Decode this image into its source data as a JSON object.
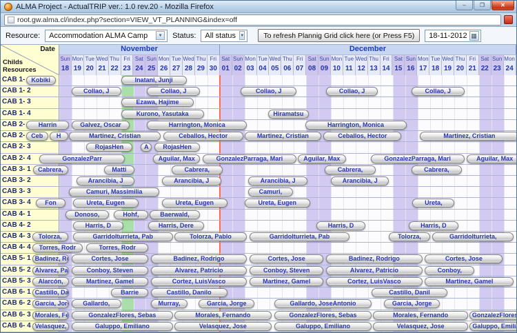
{
  "window": {
    "title": "ALMA Project - ActualTRIP ver.: 1.0 rev.20 - Mozilla Firefox",
    "url": "root.gw.alma.cl/index.php?section=VIEW_VT_PLANNING&index=off"
  },
  "icons": {
    "minimize": "–",
    "maximize": "❐",
    "close": "✕",
    "dropdown": "▼",
    "calendar": "▦"
  },
  "toolbar": {
    "resource_label": "Resource:",
    "resource_value": "Accommodation ALMA Camp",
    "status_label": "Status:",
    "status_value": "All status",
    "refresh_button": "To refresh Plannig Grid click here (or Press F5)",
    "date_value": "18-11-2012"
  },
  "colors": {
    "weekend": "#d2caf0",
    "weekend_header": "#cdc5ec",
    "today": "#a9dfa9",
    "month_boundary": "#ff6a50",
    "bar_text": "#2735b2",
    "header_text": "#1b3cbb",
    "row_label_bg": "#ffffd2"
  },
  "grid": {
    "corner": {
      "right": "Date",
      "left_line1": "Childs",
      "left_line2": "Resources"
    },
    "months": [
      {
        "name": "November",
        "span": 13
      },
      {
        "name": "December",
        "span": 24
      }
    ],
    "today_col": 5,
    "month_boundary_col": 13,
    "days": [
      {
        "dow": "Sun",
        "num": "18",
        "weekend": true
      },
      {
        "dow": "Mon",
        "num": "19",
        "weekend": false
      },
      {
        "dow": "Tue",
        "num": "20",
        "weekend": false
      },
      {
        "dow": "Wed",
        "num": "21",
        "weekend": false
      },
      {
        "dow": "Thu",
        "num": "22",
        "weekend": false
      },
      {
        "dow": "Fri",
        "num": "23",
        "weekend": false
      },
      {
        "dow": "Sat",
        "num": "24",
        "weekend": true
      },
      {
        "dow": "Sun",
        "num": "25",
        "weekend": true
      },
      {
        "dow": "Mon",
        "num": "26",
        "weekend": false
      },
      {
        "dow": "Tue",
        "num": "27",
        "weekend": false
      },
      {
        "dow": "Wed",
        "num": "28",
        "weekend": false
      },
      {
        "dow": "Thu",
        "num": "29",
        "weekend": false
      },
      {
        "dow": "Fri",
        "num": "30",
        "weekend": false
      },
      {
        "dow": "Sat",
        "num": "01",
        "weekend": true
      },
      {
        "dow": "Sun",
        "num": "02",
        "weekend": true
      },
      {
        "dow": "Mon",
        "num": "03",
        "weekend": false
      },
      {
        "dow": "Tue",
        "num": "04",
        "weekend": false
      },
      {
        "dow": "Wed",
        "num": "05",
        "weekend": false
      },
      {
        "dow": "Thu",
        "num": "06",
        "weekend": false
      },
      {
        "dow": "Fri",
        "num": "07",
        "weekend": false
      },
      {
        "dow": "Sat",
        "num": "08",
        "weekend": true
      },
      {
        "dow": "Sun",
        "num": "09",
        "weekend": true
      },
      {
        "dow": "Mon",
        "num": "10",
        "weekend": false
      },
      {
        "dow": "Tue",
        "num": "11",
        "weekend": false
      },
      {
        "dow": "Wed",
        "num": "12",
        "weekend": false
      },
      {
        "dow": "Thu",
        "num": "13",
        "weekend": false
      },
      {
        "dow": "Fri",
        "num": "14",
        "weekend": false
      },
      {
        "dow": "Sat",
        "num": "15",
        "weekend": true
      },
      {
        "dow": "Sun",
        "num": "16",
        "weekend": true
      },
      {
        "dow": "Mon",
        "num": "17",
        "weekend": false
      },
      {
        "dow": "Tue",
        "num": "18",
        "weekend": false
      },
      {
        "dow": "Wed",
        "num": "19",
        "weekend": false
      },
      {
        "dow": "Thu",
        "num": "20",
        "weekend": false
      },
      {
        "dow": "Fri",
        "num": "21",
        "weekend": false
      },
      {
        "dow": "Sat",
        "num": "22",
        "weekend": true
      },
      {
        "dow": "Sun",
        "num": "23",
        "weekend": true
      },
      {
        "dow": "Mon",
        "num": "24",
        "weekend": false
      }
    ],
    "rows": [
      {
        "label": "CAB 1- 1",
        "bars": [
          {
            "label": "Kobiki",
            "start": -2.7,
            "end": -0.3
          },
          {
            "label": "Inatani, Junji",
            "start": 5.0,
            "end": 10.3
          }
        ]
      },
      {
        "label": "CAB 1- 2",
        "bars": [
          {
            "label": "Collao, J",
            "start": 1.0,
            "end": 5.0
          },
          {
            "label": "Collao, J",
            "start": 7.1,
            "end": 11.4
          },
          {
            "label": "Collao, J",
            "start": 14.7,
            "end": 19.2
          },
          {
            "label": "Collao, J",
            "start": 21.6,
            "end": 25.8
          },
          {
            "label": "Collao, J",
            "start": 28.5,
            "end": 32.8
          }
        ]
      },
      {
        "label": "CAB 1- 3",
        "bars": [
          {
            "label": "Ezawa, Hajime",
            "start": 5.0,
            "end": 10.9
          }
        ]
      },
      {
        "label": "CAB 1- 4",
        "bars": [
          {
            "label": "Kurono, Yasutaka",
            "start": 5.0,
            "end": 11.7
          },
          {
            "label": "Hiramatsu",
            "start": 16.9,
            "end": 20.2
          }
        ]
      },
      {
        "label": "CAB 2- 1",
        "bars": [
          {
            "label": "Harrin",
            "start": -2.7,
            "end": 0.8
          },
          {
            "label": "Galvez, Oscar",
            "start": 1.0,
            "end": 5.7
          },
          {
            "label": "Harrington, Monica",
            "start": 7.1,
            "end": 15.2
          },
          {
            "label": "Harrington, Monica",
            "start": 19.9,
            "end": 28.1
          }
        ]
      },
      {
        "label": "CAB 2- 2",
        "bars": [
          {
            "label": "Ceb",
            "start": -2.7,
            "end": -0.9
          },
          {
            "label": "H",
            "start": -0.8,
            "end": 0.7
          },
          {
            "label": "Martinez, Cristian",
            "start": 0.8,
            "end": 8.2
          },
          {
            "label": "Ceballos, Hector",
            "start": 8.4,
            "end": 14.9
          },
          {
            "label": "Martinez, Cristian",
            "start": 15.0,
            "end": 21.2
          },
          {
            "label": "Ceballos, Hector",
            "start": 21.4,
            "end": 27.7
          },
          {
            "label": "Martinez, Cristian",
            "start": 29.2,
            "end": 37.2
          }
        ]
      },
      {
        "label": "CAB 2- 3",
        "bars": [
          {
            "label": "RojasHen",
            "start": 2.2,
            "end": 5.9
          },
          {
            "label": "A",
            "start": 6.6,
            "end": 7.5
          },
          {
            "label": "RojasHen",
            "start": 7.7,
            "end": 11.4
          }
        ]
      },
      {
        "label": "CAB 2- 4",
        "bars": [
          {
            "label": "GonzalezParr",
            "start": -1.6,
            "end": 5.3
          },
          {
            "label": "Aguilar, Max",
            "start": 7.6,
            "end": 11.4
          },
          {
            "label": "GonzalezParraga, Mari",
            "start": 11.6,
            "end": 19.2
          },
          {
            "label": "Aguilar, Max",
            "start": 19.3,
            "end": 23.2
          },
          {
            "label": "GonzalezParraga, Mari",
            "start": 25.2,
            "end": 32.8
          },
          {
            "label": "Aguilar, Max",
            "start": 33.0,
            "end": 37.5
          }
        ]
      },
      {
        "label": "CAB 3- 1",
        "bars": [
          {
            "label": "Cabrera,",
            "start": -2.1,
            "end": 0.7
          },
          {
            "label": "Matti",
            "start": 3.6,
            "end": 6.1
          },
          {
            "label": "Cabrera,",
            "start": 9.1,
            "end": 13.2
          },
          {
            "label": "Cabrera,",
            "start": 21.5,
            "end": 25.6
          },
          {
            "label": "Cabrera,",
            "start": 28.5,
            "end": 32.6
          }
        ]
      },
      {
        "label": "CAB 3- 2",
        "bars": [
          {
            "label": "Arancibia, J",
            "start": 1.4,
            "end": 6.1
          },
          {
            "label": "Arancibia, J",
            "start": 8.3,
            "end": 13.1
          },
          {
            "label": "Arancibia, J",
            "start": 15.3,
            "end": 20.1
          },
          {
            "label": "Arancibia, J",
            "start": 22.0,
            "end": 26.7
          }
        ]
      },
      {
        "label": "CAB 3- 3",
        "bars": [
          {
            "label": "Camuri, Massimilia",
            "start": 0.8,
            "end": 8.1
          },
          {
            "label": "Camuri,",
            "start": 15.3,
            "end": 18.9
          }
        ]
      },
      {
        "label": "CAB 3- 4",
        "bars": [
          {
            "label": "Fon",
            "start": -1.9,
            "end": 0.5
          },
          {
            "label": "Ureta, Eugen",
            "start": 1.1,
            "end": 6.4
          },
          {
            "label": "Ureta, Eugen",
            "start": 8.3,
            "end": 13.6
          },
          {
            "label": "Ureta, Eugen",
            "start": 15.0,
            "end": 20.3
          },
          {
            "label": "Ureta,",
            "start": 28.6,
            "end": 32.0
          }
        ]
      },
      {
        "label": "CAB 4- 1",
        "bars": [
          {
            "label": "Donoso,",
            "start": 0.5,
            "end": 4.0
          },
          {
            "label": "Hohf,",
            "start": 4.4,
            "end": 7.2
          },
          {
            "label": "Baerwald,",
            "start": 7.3,
            "end": 11.4
          }
        ]
      },
      {
        "label": "CAB 4- 2",
        "bars": [
          {
            "label": "Harris, D",
            "start": 1.1,
            "end": 5.2
          },
          {
            "label": "Harris, Dere",
            "start": 7.2,
            "end": 11.7
          },
          {
            "label": "Harris, D",
            "start": 20.8,
            "end": 24.8
          },
          {
            "label": "Harris, D",
            "start": 28.3,
            "end": 32.3
          }
        ]
      },
      {
        "label": "CAB 4- 3",
        "bars": [
          {
            "label": "Tolorza,",
            "start": -2.2,
            "end": 0.7
          },
          {
            "label": "GarridoIturrieta, Pab",
            "start": 1.1,
            "end": 9.2
          },
          {
            "label": "Tolorza, Pablo",
            "start": 9.3,
            "end": 15.2
          },
          {
            "label": "GarridoIturrieta, Pab",
            "start": 15.4,
            "end": 23.5
          },
          {
            "label": "Tolorza,",
            "start": 26.7,
            "end": 30.0
          },
          {
            "label": "GarridoIturrieta,",
            "start": 30.2,
            "end": 36.8
          }
        ]
      },
      {
        "label": "CAB 4- 4",
        "bars": [
          {
            "label": "Torres, Rodr",
            "start": -2.2,
            "end": 1.9
          },
          {
            "label": "Torres, Rodr",
            "start": 2.2,
            "end": 7.2
          }
        ]
      },
      {
        "label": "CAB 5- 1",
        "bars": [
          {
            "label": "Badinez, Rod",
            "start": -2.2,
            "end": 0.8
          },
          {
            "label": "Cortes, Jose",
            "start": 1.0,
            "end": 7.2
          },
          {
            "label": "Badinez, Rodrigo",
            "start": 7.4,
            "end": 15.2
          },
          {
            "label": "Cortes, Jose",
            "start": 15.4,
            "end": 21.4
          },
          {
            "label": "Badinez, Rodrigo",
            "start": 21.6,
            "end": 29.4
          },
          {
            "label": "Cortes, Jose",
            "start": 29.6,
            "end": 35.9
          }
        ]
      },
      {
        "label": "CAB 5- 2",
        "bars": [
          {
            "label": "Alvarez, Pat",
            "start": -2.2,
            "end": 0.8
          },
          {
            "label": "Conboy, Steven",
            "start": 1.0,
            "end": 7.2
          },
          {
            "label": "Alvarez, Patricio",
            "start": 7.4,
            "end": 15.2
          },
          {
            "label": "Conboy, Steven",
            "start": 15.4,
            "end": 21.4
          },
          {
            "label": "Alvarez, Patricio",
            "start": 21.6,
            "end": 29.4
          },
          {
            "label": "Conboy,",
            "start": 29.6,
            "end": 33.6
          }
        ]
      },
      {
        "label": "CAB 5- 3",
        "bars": [
          {
            "label": "Alarcón,",
            "start": -2.2,
            "end": 0.8
          },
          {
            "label": "Martinez, Gamel",
            "start": 1.0,
            "end": 7.2
          },
          {
            "label": "Cortez, LuisVasco",
            "start": 7.4,
            "end": 15.2
          },
          {
            "label": "Martinez, Gamel",
            "start": 15.4,
            "end": 21.4
          },
          {
            "label": "Cortez, LuisVasco",
            "start": 21.6,
            "end": 29.4
          },
          {
            "label": "Martinez, Gamel",
            "start": 29.6,
            "end": 36.8
          }
        ]
      },
      {
        "label": "CAB 6- 1",
        "bars": [
          {
            "label": "Castillo, Da",
            "start": -2.2,
            "end": 0.8
          },
          {
            "label": "Barrie",
            "start": 4.2,
            "end": 7.2
          },
          {
            "label": "Castillo, Danilo",
            "start": 7.4,
            "end": 13.6
          },
          {
            "label": "Castillo, Danil",
            "start": 25.3,
            "end": 31.4
          }
        ]
      },
      {
        "label": "CAB 6- 2",
        "bars": [
          {
            "label": "Garcia, Jorg",
            "start": -2.2,
            "end": 0.8
          },
          {
            "label": "Gallardo,",
            "start": 1.0,
            "end": 5.0
          },
          {
            "label": "Murray,",
            "start": 7.4,
            "end": 10.4
          },
          {
            "label": "Garcia, Jorge",
            "start": 11.3,
            "end": 15.8
          },
          {
            "label": "Gallardo, JoseAntonio",
            "start": 17.4,
            "end": 25.3
          },
          {
            "label": "Garcia, Jorge",
            "start": 26.3,
            "end": 30.8
          }
        ]
      },
      {
        "label": "CAB 6- 3",
        "bars": [
          {
            "label": "Morales, Fer",
            "start": -2.2,
            "end": 0.8
          },
          {
            "label": "GonzalezFlores, Sebas",
            "start": 1.0,
            "end": 9.2
          },
          {
            "label": "Morales, Fernando",
            "start": 9.3,
            "end": 17.2
          },
          {
            "label": "GonzalezFlores, Sebas",
            "start": 17.4,
            "end": 25.3
          },
          {
            "label": "Morales, Fernando",
            "start": 25.4,
            "end": 33.1
          },
          {
            "label": "GonzalezFlores,",
            "start": 33.2,
            "end": 37.5
          }
        ]
      },
      {
        "label": "CAB 6- 4",
        "bars": [
          {
            "label": "Velasquez, J",
            "start": -2.2,
            "end": 0.8
          },
          {
            "label": "Galuppo, Emiliano",
            "start": 1.0,
            "end": 9.2
          },
          {
            "label": "Velasquez, Jose",
            "start": 9.3,
            "end": 17.2
          },
          {
            "label": "Galuppo, Emiliano",
            "start": 17.4,
            "end": 25.3
          },
          {
            "label": "Velasquez, Jose",
            "start": 25.4,
            "end": 33.1
          },
          {
            "label": "Galuppo, Emilia",
            "start": 33.2,
            "end": 37.5
          }
        ]
      }
    ]
  }
}
